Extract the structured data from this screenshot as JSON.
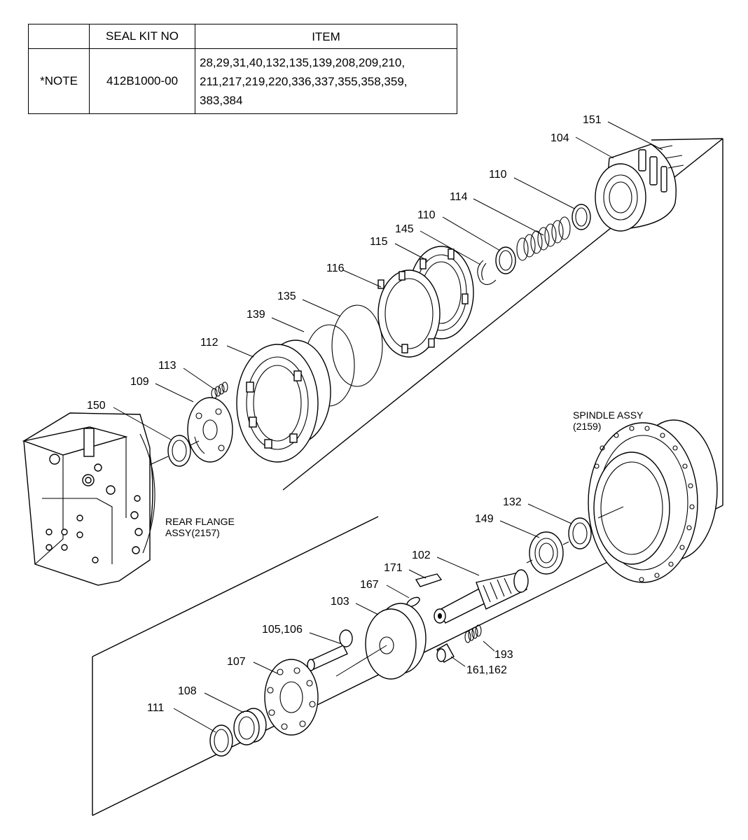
{
  "seal_table": {
    "headers": [
      "",
      "SEAL KIT NO",
      "ITEM"
    ],
    "row": {
      "note": "*NOTE",
      "kit_no": "412B1000-00",
      "items_lines": [
        "28,29,31,40,132,135,139,208,209,210,",
        "211,217,219,220,336,337,355,358,359,",
        "383,384"
      ]
    }
  },
  "assemblies": {
    "spindle": [
      "SPINDLE ASSY",
      "(2159)"
    ],
    "rear_flange": [
      "REAR FLANGE",
      "ASSY(2157)"
    ]
  },
  "part_labels": [
    "151",
    "104",
    "110",
    "114",
    "110",
    "145",
    "115",
    "116",
    "135",
    "139",
    "112",
    "113",
    "109",
    "150",
    "132",
    "149",
    "102",
    "171",
    "167",
    "103",
    "105,106",
    "193",
    "161,162",
    "107",
    "108",
    "111"
  ]
}
